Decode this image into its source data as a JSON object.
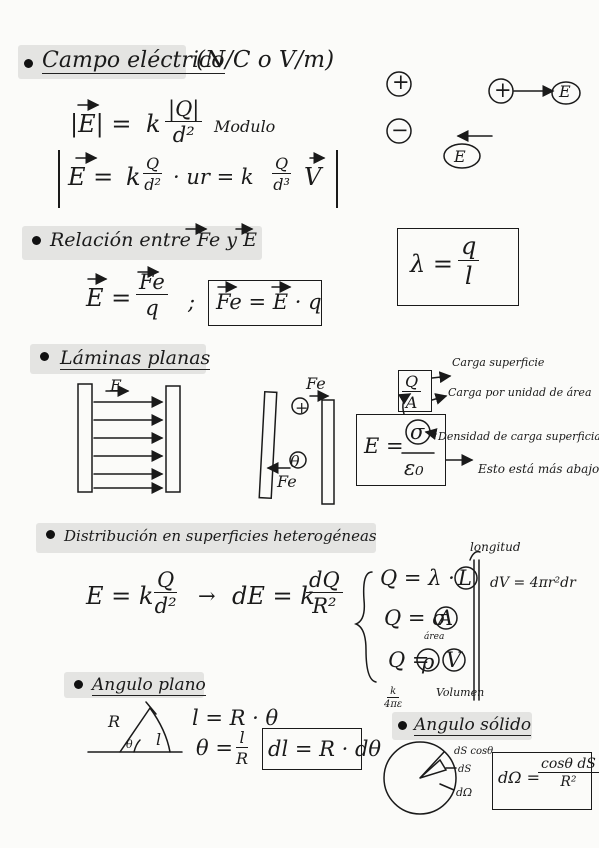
{
  "s1": {
    "title": "Campo eléctrico",
    "units": "(N/C o V/m)",
    "eq1_lhs": "|E| =",
    "eq1_k": "k",
    "eq1_num": "|Q|",
    "eq1_den": "d²",
    "eq1_note": "Modulo",
    "eq2_lhs": "E =",
    "eq2_k": "k",
    "eq2_num": "Q",
    "eq2_den": "d²",
    "eq2_mid": "· ur = k",
    "eq2_num2": "Q",
    "eq2_den2": "d³",
    "eq2_v": "V",
    "charge_pos": "+",
    "charge_pos2": "+",
    "charge_neg": "−",
    "field_e": "E",
    "field_e2": "E"
  },
  "s2": {
    "title": "Relación entre Fe y E",
    "eq_lhs": "E =",
    "eq_num": "Fe",
    "eq_den": "q",
    "sep": ";",
    "boxed": "Fe = E · q",
    "lambda_lhs": "λ =",
    "lambda_num": "q",
    "lambda_den": "l"
  },
  "s3": {
    "title": "Láminas planas",
    "e_label": "E",
    "fe_top": "Fe",
    "fe_bottom": "Fe",
    "plus": "+",
    "theta": "θ",
    "q_over_a_num": "Q",
    "q_over_a_den": "A",
    "note_carga": "Carga superficie",
    "note_carga_area": "Carga por unidad de área",
    "note_densidad": "Densidad de carga superficial",
    "e_formula_lhs": "E =",
    "sigma": "σ",
    "eps": "ε₀",
    "note_abajo": "Esto está más abajo"
  },
  "s4": {
    "title": "Distribución en superficies heterogéneas",
    "eq_lhs": "E = k",
    "eq_num": "Q",
    "eq_den": "d²",
    "arrow": "→",
    "eq_d": "dE = k",
    "eq_dnum": "dQ",
    "eq_dden": "R²",
    "q1_lhs": "Q = λ ·",
    "q1_var": "L",
    "q1_note": "longitud",
    "q2_lhs": "Q = σ",
    "q2_var": "A",
    "q2_note": "área",
    "q3_lhs": "Q =",
    "q3_rho": "ρ",
    "q3_var": "V",
    "q3_note": "Volumen",
    "k_frac_num": "k",
    "k_frac_den": "4πε",
    "dv": "dV = 4πr²dr"
  },
  "s5": {
    "title": "Angulo plano",
    "r_label": "R",
    "l_label": "l",
    "theta": "θ",
    "l_eq": "l = R · θ",
    "theta_eq_lhs": "θ =",
    "theta_num": "l",
    "theta_den": "R",
    "boxed": "dl = R · dθ"
  },
  "s6": {
    "title": "Angulo sólido",
    "ds_cos": "dS cosθ",
    "ds": "dS",
    "domega": "dΩ",
    "boxed_lhs": "dΩ =",
    "boxed_num": "cosθ dS",
    "boxed_den": "R²"
  }
}
